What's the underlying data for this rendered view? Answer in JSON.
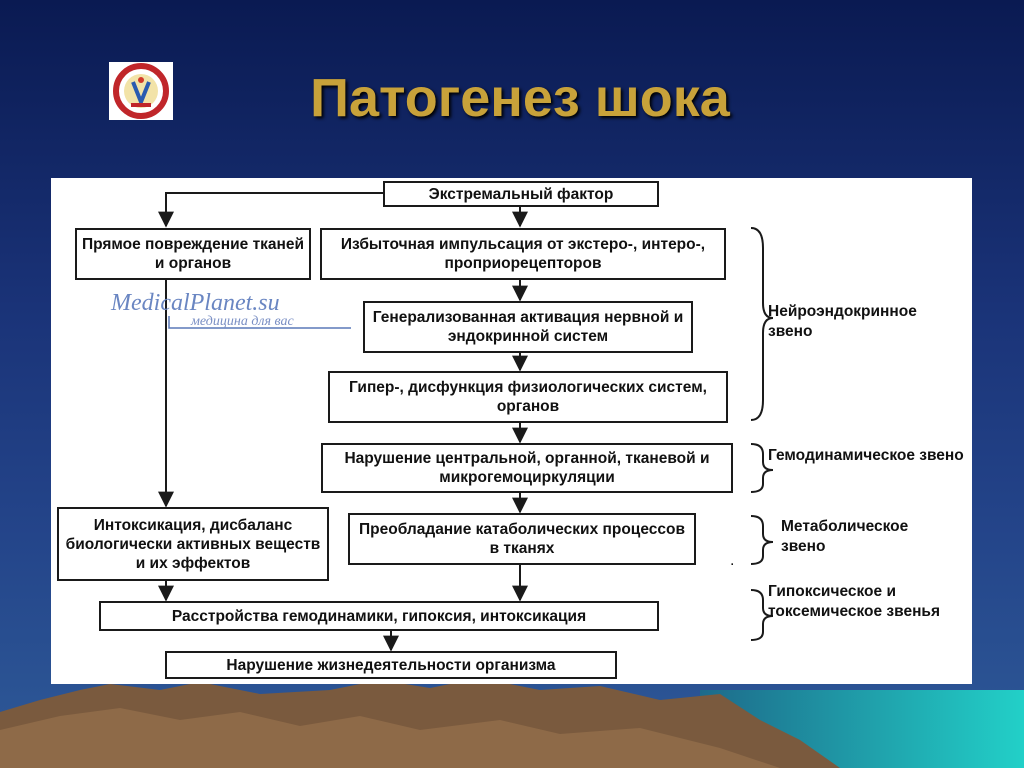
{
  "slide": {
    "title": "Патогенез шока"
  },
  "diagram": {
    "nodes": {
      "extreme_factor": "Экстремальный фактор",
      "direct_damage": "Прямое повреждение тканей и органов",
      "excess_impulse": "Избыточная импульсация от экстеро-, интеро-, проприорецепторов",
      "generalized_activation": "Генерализованная активация нервной и эндокринной систем",
      "dysfunction": "Гипер-, дисфункция физиологических систем, органов",
      "circulation_disorder": "Нарушение центральной, органной, тканевой и микрогемоциркуляции",
      "intoxication": "Интоксикация, дисбаланс биологически активных веществ и их эффектов",
      "catabolic": "Преобладание катаболических процессов в тканях",
      "hemodynamic_disorder": "Расстройства гемодинамики, гипоксия, интоксикация",
      "vital_disorder": "Нарушение жизнедеятельности организма"
    },
    "side_labels": {
      "neuroendocrine": "Нейроэндокринное звено",
      "hemodynamic": "Гемодинамическое звено",
      "metabolic": "Метаболическое звено",
      "hypoxic": "Гипоксическое и токсемическое звенья"
    },
    "watermark": {
      "main": "MedicalPlanet.su",
      "sub": "медицина для вас"
    }
  }
}
